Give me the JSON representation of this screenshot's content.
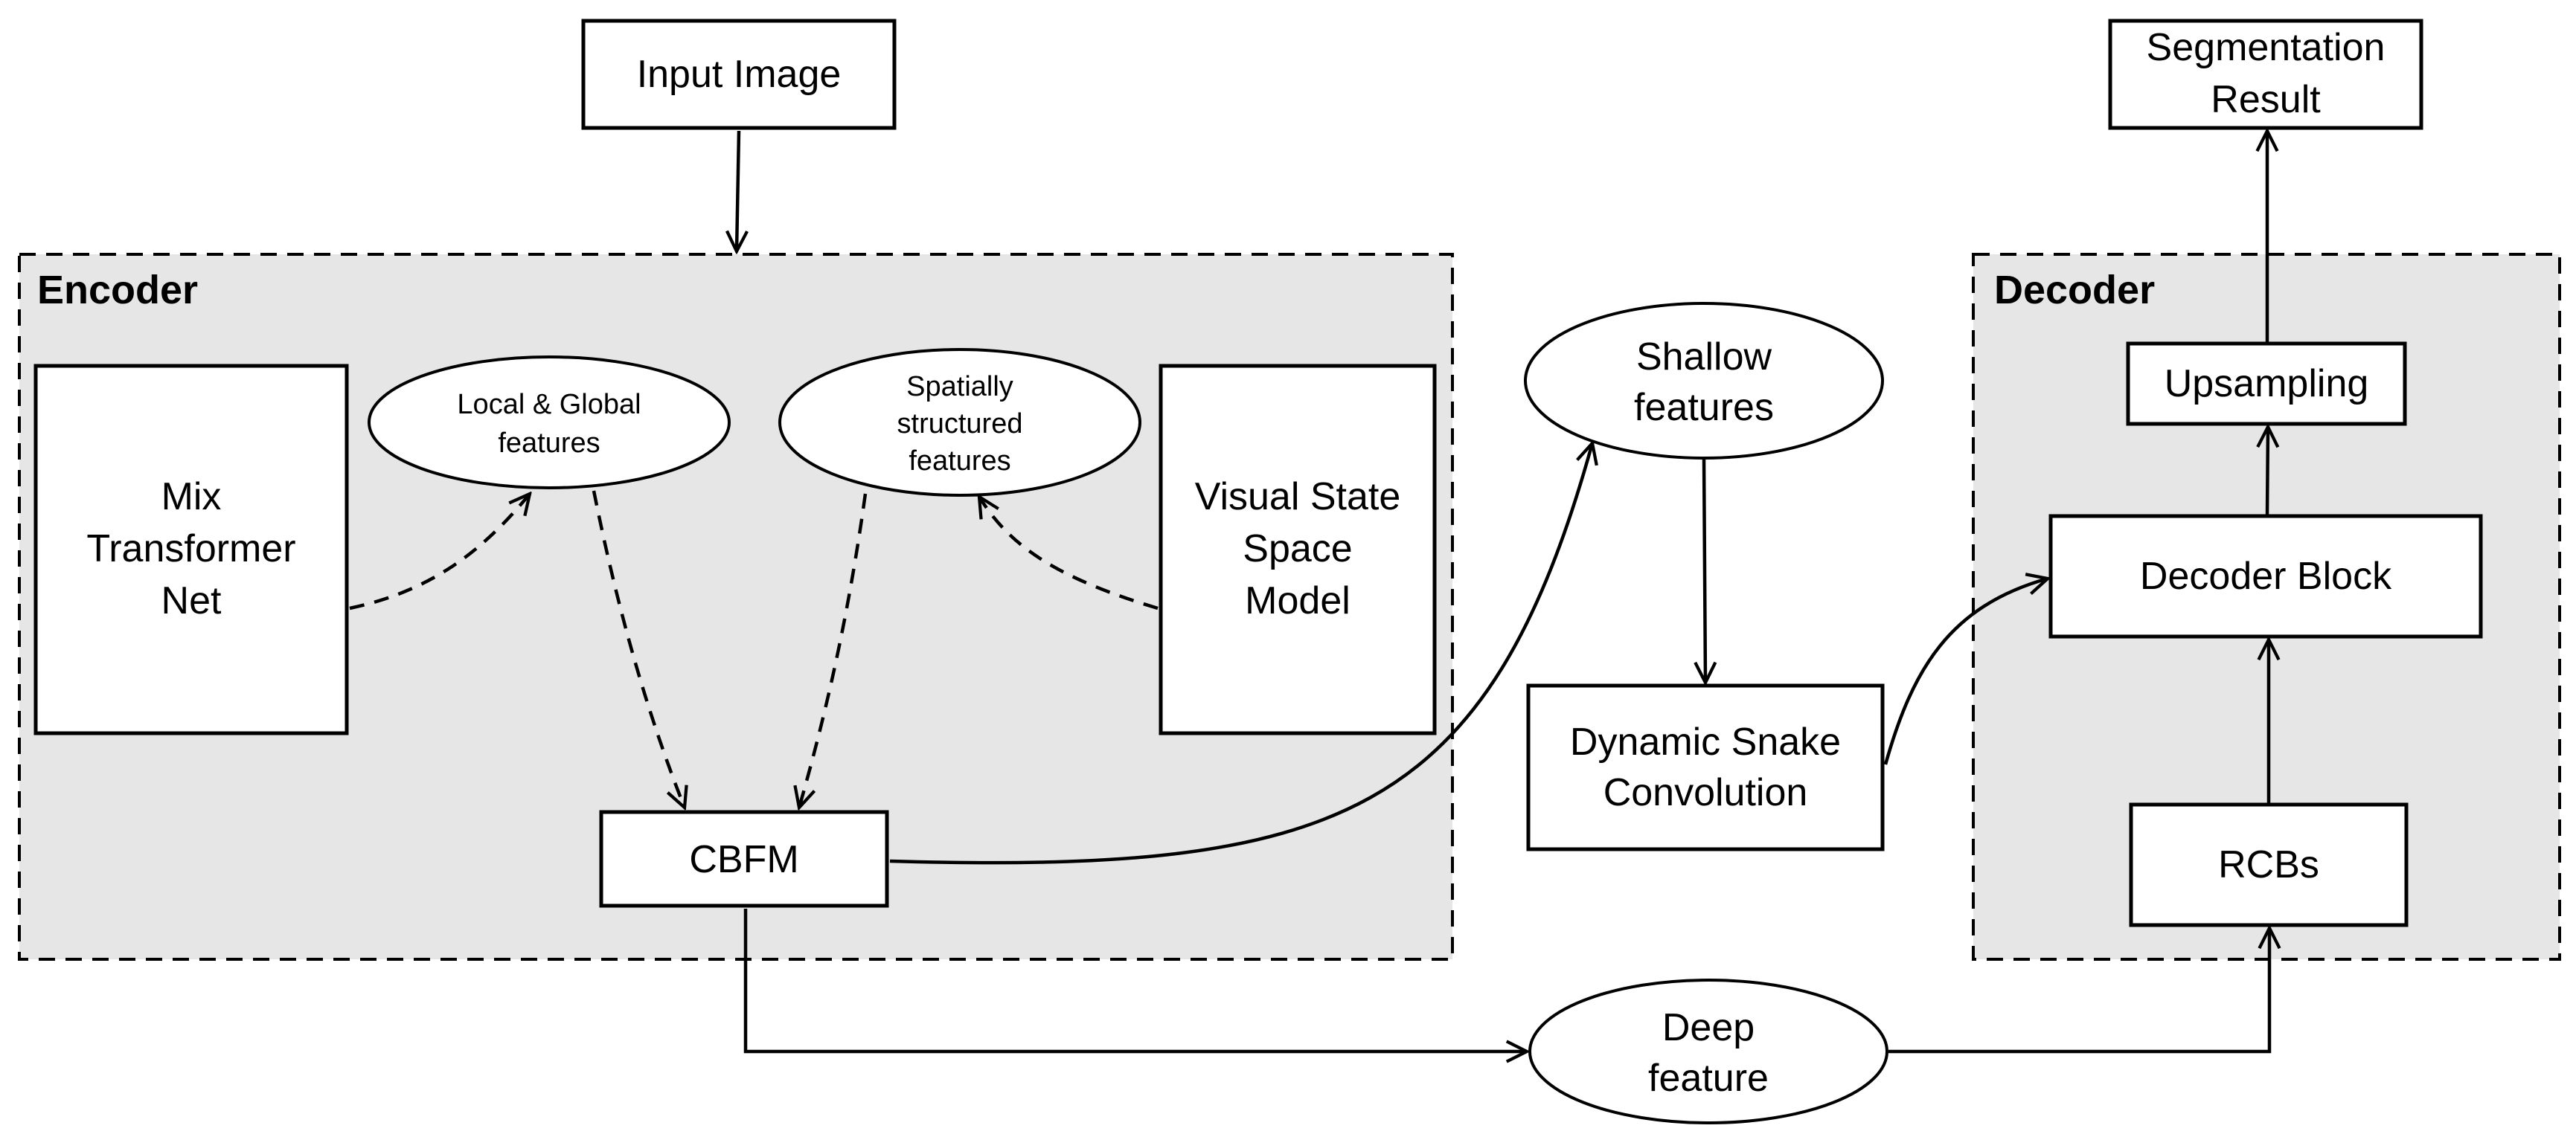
{
  "diagram": {
    "input_image": "Input Image",
    "segmentation_result": [
      "Segmentation",
      "Result"
    ],
    "encoder_label": "Encoder",
    "decoder_label": "Decoder",
    "mix_transformer": [
      "Mix",
      "Transformer",
      "Net"
    ],
    "local_global": [
      "Local & Global",
      "features"
    ],
    "spatial": [
      "Spatially",
      "structured",
      "features"
    ],
    "vssm": [
      "Visual State",
      "Space",
      "Model"
    ],
    "cbfm": "CBFM",
    "shallow": [
      "Shallow",
      "features"
    ],
    "dsc": [
      "Dynamic Snake",
      "Convolution"
    ],
    "upsampling": "Upsampling",
    "decoder_block": "Decoder Block",
    "rcbs": "RCBs",
    "deep": [
      "Deep",
      "feature"
    ]
  }
}
